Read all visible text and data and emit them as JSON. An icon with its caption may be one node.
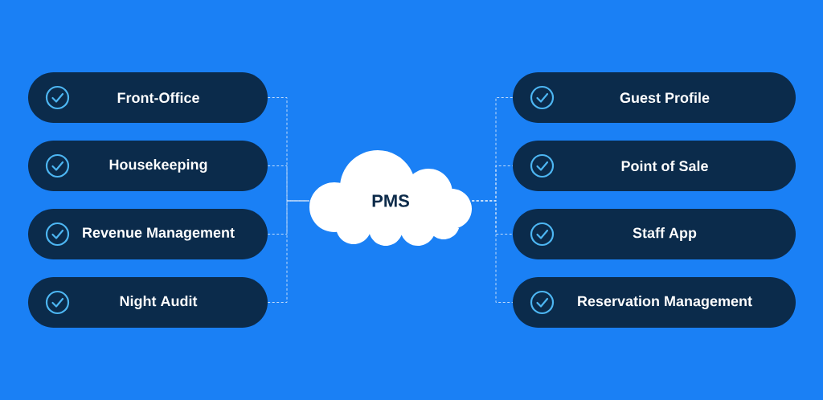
{
  "diagram": {
    "nodes": [
      {
        "text": [
          "Front-Office"
        ]
      },
      {
        "text": [
          "Housekeeping"
        ]
      },
      {
        "text": [
          "Revenue Management"
        ]
      },
      {
        "text": [
          "Night Audit"
        ]
      },
      {
        "text": [
          "PMS"
        ]
      },
      {
        "text": [
          "Guest Profile"
        ]
      },
      {
        "text": [
          "Point of Sale"
        ]
      },
      {
        "text": [
          "Staff App"
        ]
      },
      {
        "text": [
          "Reservation Management"
        ]
      }
    ],
    "edges": [
      {
        "from": 0,
        "to": 4,
        "arrow": "none",
        "style": "dashed"
      },
      {
        "from": 1,
        "to": 4,
        "arrow": "none",
        "style": "dashed"
      },
      {
        "from": 2,
        "to": 4,
        "arrow": "none",
        "style": "dashed"
      },
      {
        "from": 3,
        "to": 4,
        "arrow": "none",
        "style": "dashed"
      },
      {
        "from": 4,
        "to": 5,
        "arrow": "none",
        "style": "dashed"
      },
      {
        "from": 4,
        "to": 6,
        "arrow": "none",
        "style": "dashed"
      },
      {
        "from": 4,
        "to": 7,
        "arrow": "none",
        "style": "dashed"
      },
      {
        "from": 4,
        "to": 8,
        "arrow": "none",
        "style": "dashed"
      }
    ]
  }
}
